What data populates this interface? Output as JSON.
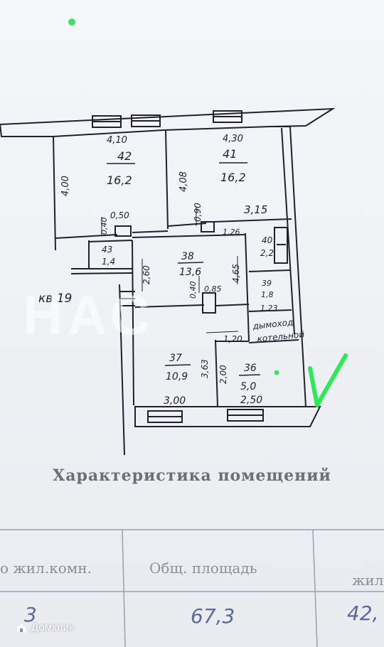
{
  "plan": {
    "apartment_label": "кв 19",
    "rooms": [
      {
        "num": "42",
        "area": "16,2",
        "width": "4,10",
        "height": "4,00"
      },
      {
        "num": "41",
        "area": "16,2",
        "width": "4,30",
        "height": "4,08"
      },
      {
        "num": "43",
        "area": "1,4"
      },
      {
        "num": "38",
        "area": "13,6"
      },
      {
        "num": "40",
        "area": "2,2"
      },
      {
        "num": "39",
        "area": "1,8"
      },
      {
        "num": "37",
        "area": "10,9"
      },
      {
        "num": "36",
        "area": "5,0"
      }
    ],
    "dimensions": [
      "0,40",
      "0,50",
      "0,90",
      "3,15",
      "1,26",
      "2,60",
      "0,40",
      "0,85",
      "4,65",
      "1,23",
      "1,20",
      "3,63",
      "2,00",
      "3,00",
      "2,50"
    ],
    "note_line1": "дымоход",
    "note_line2": "котельной",
    "check_mark": "V"
  },
  "watermark": "НАС",
  "table": {
    "title": "Характеристика помещений",
    "col1": "о жил.комн.",
    "col2": "Общ. площадь",
    "col3": "жил",
    "val1": "3",
    "val2": "67,3",
    "val3": "42,"
  },
  "brand": "Домклик",
  "colors": {
    "ink": "#1e2230",
    "green_dot": "#3ee06a",
    "check_green": "#2fe85a",
    "header_grey": "#6a6f7a"
  }
}
